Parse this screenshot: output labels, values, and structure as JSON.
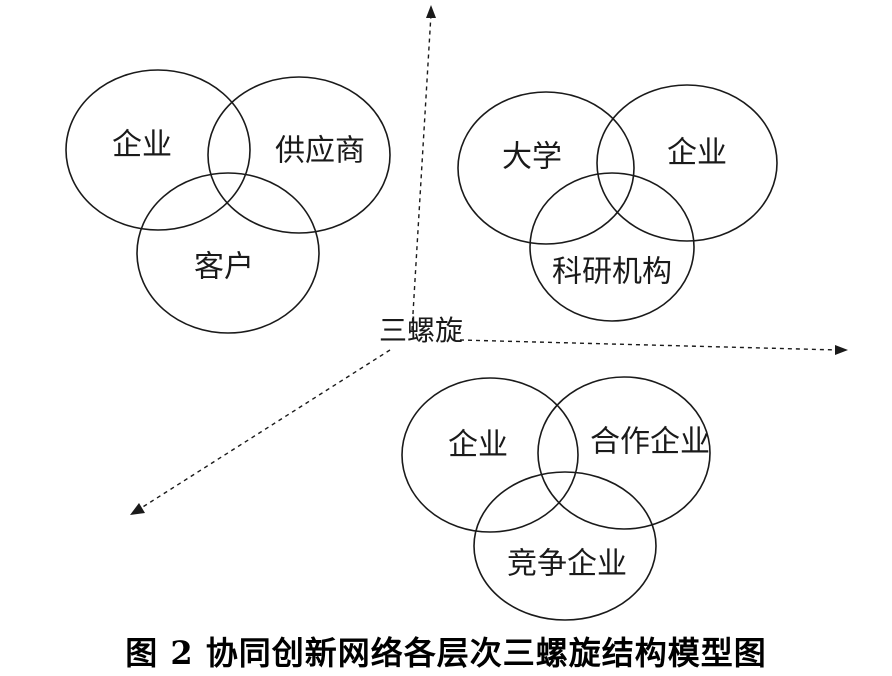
{
  "center_label": "三螺旋",
  "caption": "图 2  协同创新网络各层次三螺旋结构模型图",
  "clusters": [
    {
      "labels": [
        "企业",
        "供应商",
        "客户"
      ]
    },
    {
      "labels": [
        "大学",
        "企业",
        "科研机构"
      ]
    },
    {
      "labels": [
        "企业",
        "合作企业",
        "竞争企业"
      ]
    }
  ]
}
